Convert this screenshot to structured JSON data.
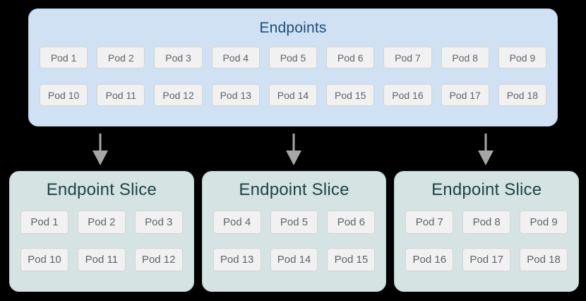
{
  "diagram": {
    "endpoints": {
      "title": "Endpoints",
      "pods": [
        "Pod 1",
        "Pod 2",
        "Pod 3",
        "Pod 4",
        "Pod 5",
        "Pod 6",
        "Pod 7",
        "Pod 8",
        "Pod 9",
        "Pod 10",
        "Pod 11",
        "Pod 12",
        "Pod 13",
        "Pod 14",
        "Pod 15",
        "Pod 16",
        "Pod 17",
        "Pod 18"
      ]
    },
    "slices": [
      {
        "title": "Endpoint Slice",
        "pods": [
          "Pod 1",
          "Pod 2",
          "Pod 3",
          "Pod 10",
          "Pod 11",
          "Pod 12"
        ]
      },
      {
        "title": "Endpoint Slice",
        "pods": [
          "Pod 4",
          "Pod 5",
          "Pod 6",
          "Pod 13",
          "Pod 14",
          "Pod 15"
        ]
      },
      {
        "title": "Endpoint Slice",
        "pods": [
          "Pod 7",
          "Pod 8",
          "Pod 9",
          "Pod 16",
          "Pod 17",
          "Pod 18"
        ]
      }
    ],
    "colors": {
      "background": "#000000",
      "endpoints_fill": "#cfe1f3",
      "endpoints_border": "#b7cfe9",
      "endpoints_title_text": "#1e4e79",
      "slice_fill": "#d5e3e2",
      "slice_border": "#b9d0ce",
      "slice_title_text": "#1f4347",
      "pod_fill": "#f1f1f2",
      "pod_border": "#d5d5d5",
      "pod_text": "#5f6368",
      "arrow": "#a6a6a6"
    }
  }
}
